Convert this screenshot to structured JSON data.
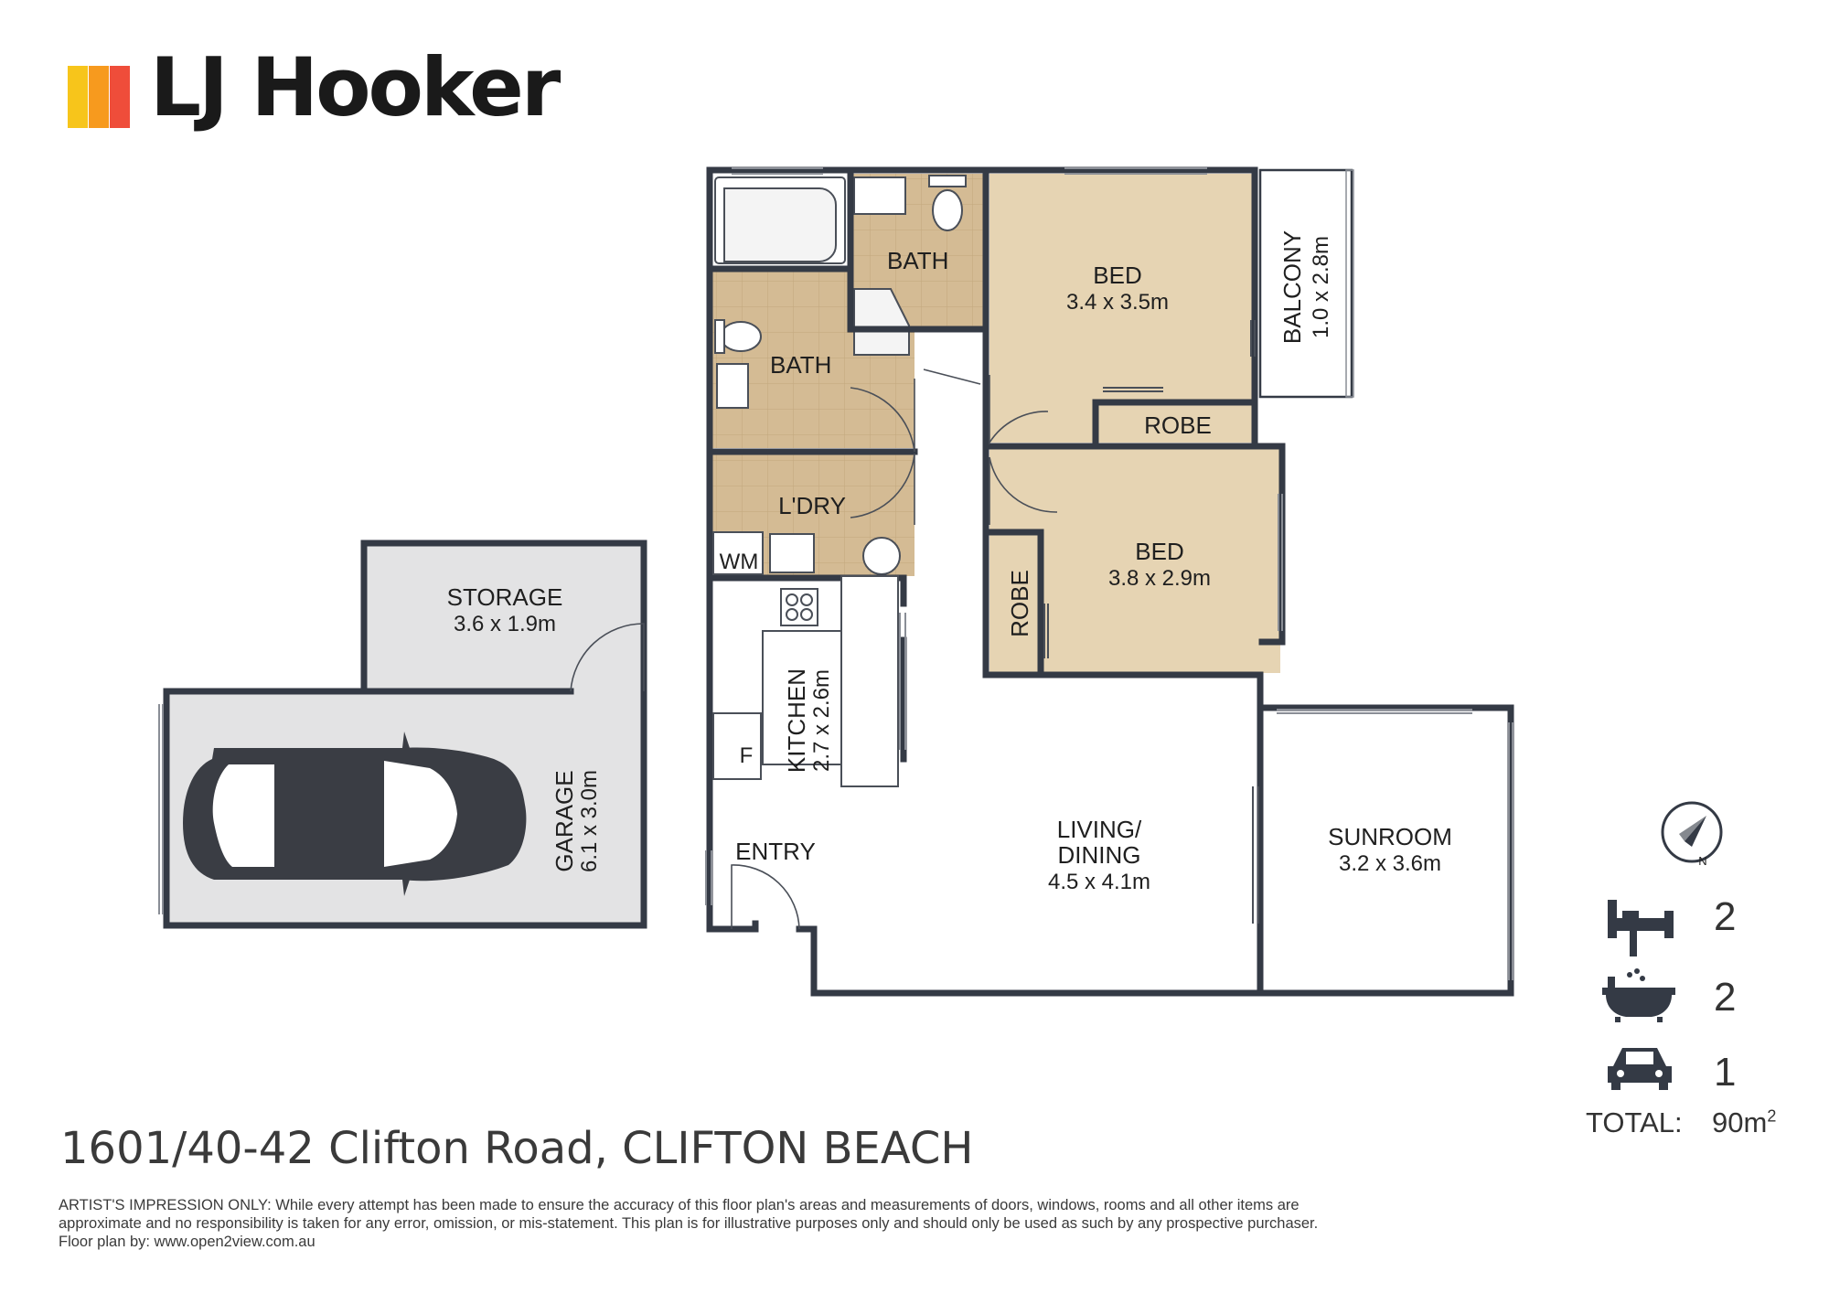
{
  "brand": {
    "name": "LJ Hooker",
    "stripe_colors": [
      "#f7c51b",
      "#f79a1e",
      "#ef4d3a"
    ]
  },
  "colors": {
    "wall": "#343a45",
    "bed_floor": "#e6d4b3",
    "wet_floor": "#d4bb94",
    "garage_floor": "#e3e3e4",
    "open_floor": "#ffffff"
  },
  "rooms": {
    "bath1": {
      "name": "BATH"
    },
    "bath2": {
      "name": "BATH"
    },
    "bed1": {
      "name": "BED",
      "size": "3.4 x 3.5m"
    },
    "bed2": {
      "name": "BED",
      "size": "3.8 x 2.9m"
    },
    "balcony": {
      "name": "BALCONY",
      "size": "1.0 x 2.8m"
    },
    "robe1": {
      "name": "ROBE"
    },
    "robe2": {
      "name": "ROBE"
    },
    "laundry": {
      "name": "L'DRY"
    },
    "wm": {
      "name": "WM"
    },
    "kitchen": {
      "name": "KITCHEN",
      "size": "2.7 x 2.6m"
    },
    "fridge": {
      "name": "F"
    },
    "entry": {
      "name": "ENTRY"
    },
    "living": {
      "name1": "LIVING/",
      "name2": "DINING",
      "size": "4.5 x 4.1m"
    },
    "sunroom": {
      "name": "SUNROOM",
      "size": "3.2 x 3.6m"
    },
    "storage": {
      "name": "STORAGE",
      "size": "3.6 x 1.9m"
    },
    "garage": {
      "name": "GARAGE",
      "size": "6.1 x 3.0m"
    }
  },
  "compass": {
    "label": "N"
  },
  "stats": {
    "bedrooms": "2",
    "bathrooms": "2",
    "car_spaces": "1",
    "total_label": "TOTAL:",
    "total_value": "90m",
    "total_unit_sup": "2"
  },
  "icons": [
    "bed-icon",
    "bathtub-icon",
    "car-icon",
    "compass-icon",
    "car-topview-icon"
  ],
  "address": "1601/40-42 Clifton Road, CLIFTON BEACH",
  "disclaimer": {
    "line1": "ARTIST'S IMPRESSION ONLY: While every attempt has been made to ensure the accuracy of this floor plan's areas and measurements of doors, windows, rooms and all other items are",
    "line2": "approximate and no responsibility is taken for any error, omission, or mis-statement. This plan is for illustrative purposes only and should only be used as such by any prospective purchaser.",
    "line3": "Floor plan by: www.open2view.com.au"
  }
}
